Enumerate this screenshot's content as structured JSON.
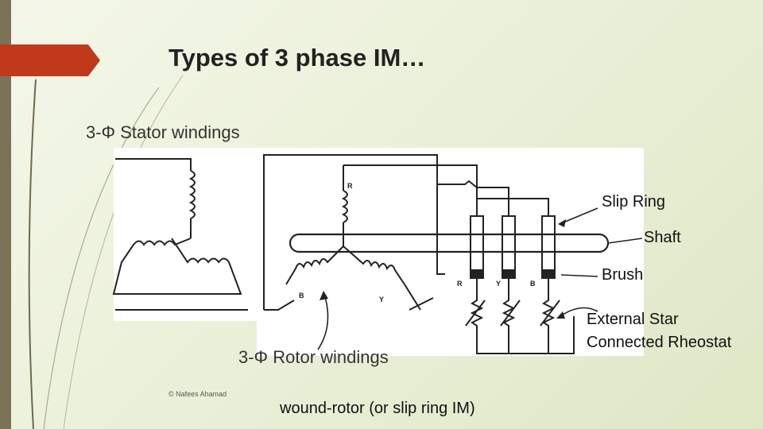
{
  "slide": {
    "title": "Types of 3 phase IM…",
    "credit": "© Nafees Ahamad",
    "caption": "wound-rotor (or slip ring IM)"
  },
  "diagram": {
    "stator_label": "3-Φ Stator windings",
    "rotor_label": "3-Φ Rotor windings",
    "callouts": {
      "slip_ring": "Slip Ring",
      "shaft": "Shaft",
      "brush": "Brush",
      "rheostat_line1": "External Star",
      "rheostat_line2": "Connected Rheostat"
    },
    "phase_labels": {
      "r": "R",
      "b": "B",
      "y": "Y"
    }
  },
  "colors": {
    "accent": "#c0391b",
    "side_bar": "#7b7257"
  }
}
